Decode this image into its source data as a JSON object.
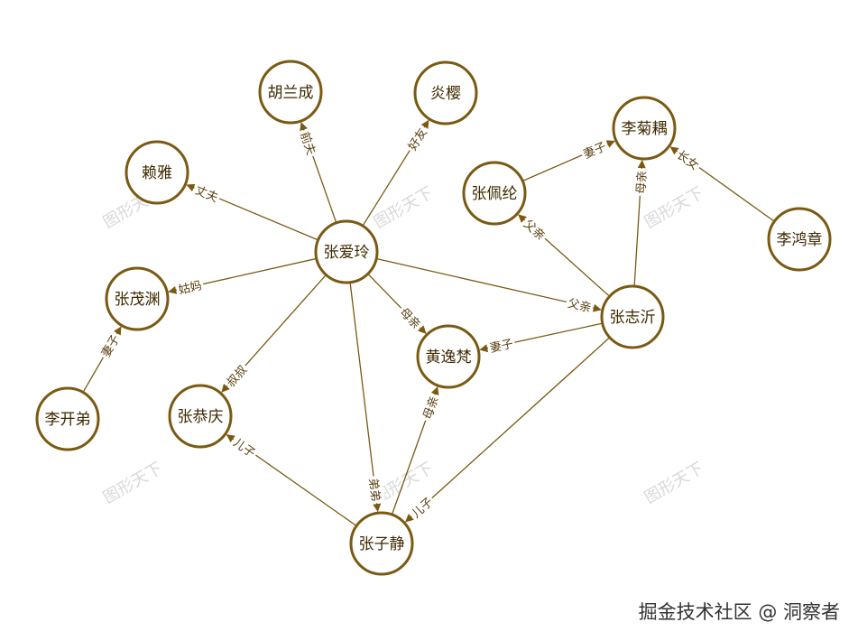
{
  "nodes": [
    {
      "id": "zal",
      "label": "张爱玲"
    },
    {
      "id": "hlc",
      "label": "胡兰成"
    },
    {
      "id": "yy",
      "label": "炎樱"
    },
    {
      "id": "ly",
      "label": "赖雅"
    },
    {
      "id": "zmy",
      "label": "张茂渊"
    },
    {
      "id": "lkd",
      "label": "李开弟"
    },
    {
      "id": "zgq",
      "label": "张恭庆"
    },
    {
      "id": "hyf",
      "label": "黄逸梵"
    },
    {
      "id": "zzj",
      "label": "张子静"
    },
    {
      "id": "zzy",
      "label": "张志沂"
    },
    {
      "id": "zpl",
      "label": "张佩纶"
    },
    {
      "id": "ljo",
      "label": "李菊耦"
    },
    {
      "id": "lhz",
      "label": "李鸿章"
    }
  ],
  "edges": [
    {
      "from": "zal",
      "to": "hlc",
      "label": "前夫"
    },
    {
      "from": "zal",
      "to": "yy",
      "label": "好友"
    },
    {
      "from": "zal",
      "to": "ly",
      "label": "丈夫"
    },
    {
      "from": "zal",
      "to": "zmy",
      "label": "姑妈"
    },
    {
      "from": "zal",
      "to": "zgq",
      "label": "叔叔"
    },
    {
      "from": "zal",
      "to": "hyf",
      "label": "母亲"
    },
    {
      "from": "zal",
      "to": "zzy",
      "label": "父亲"
    },
    {
      "from": "zal",
      "to": "zzj",
      "label": "弟弟"
    },
    {
      "from": "lkd",
      "to": "zmy",
      "label": "妻子"
    },
    {
      "from": "zzj",
      "to": "zgq",
      "label": "儿子"
    },
    {
      "from": "zzj",
      "to": "hyf",
      "label": "母亲"
    },
    {
      "from": "zzy",
      "to": "zzj",
      "label": "儿子"
    },
    {
      "from": "zzy",
      "to": "hyf",
      "label": "妻子"
    },
    {
      "from": "zzy",
      "to": "zpl",
      "label": "父亲"
    },
    {
      "from": "zzy",
      "to": "ljo",
      "label": "母亲"
    },
    {
      "from": "zpl",
      "to": "ljo",
      "label": "妻子"
    },
    {
      "from": "lhz",
      "to": "ljo",
      "label": "长女"
    }
  ],
  "watermark_text": "图形天下",
  "credit": "掘金技术社区 @ 洞察者",
  "colors": {
    "node_stroke": "#7a5a12",
    "edge": "#7a5a12",
    "text": "#3d2a00",
    "watermark": "#d9d9d9"
  }
}
